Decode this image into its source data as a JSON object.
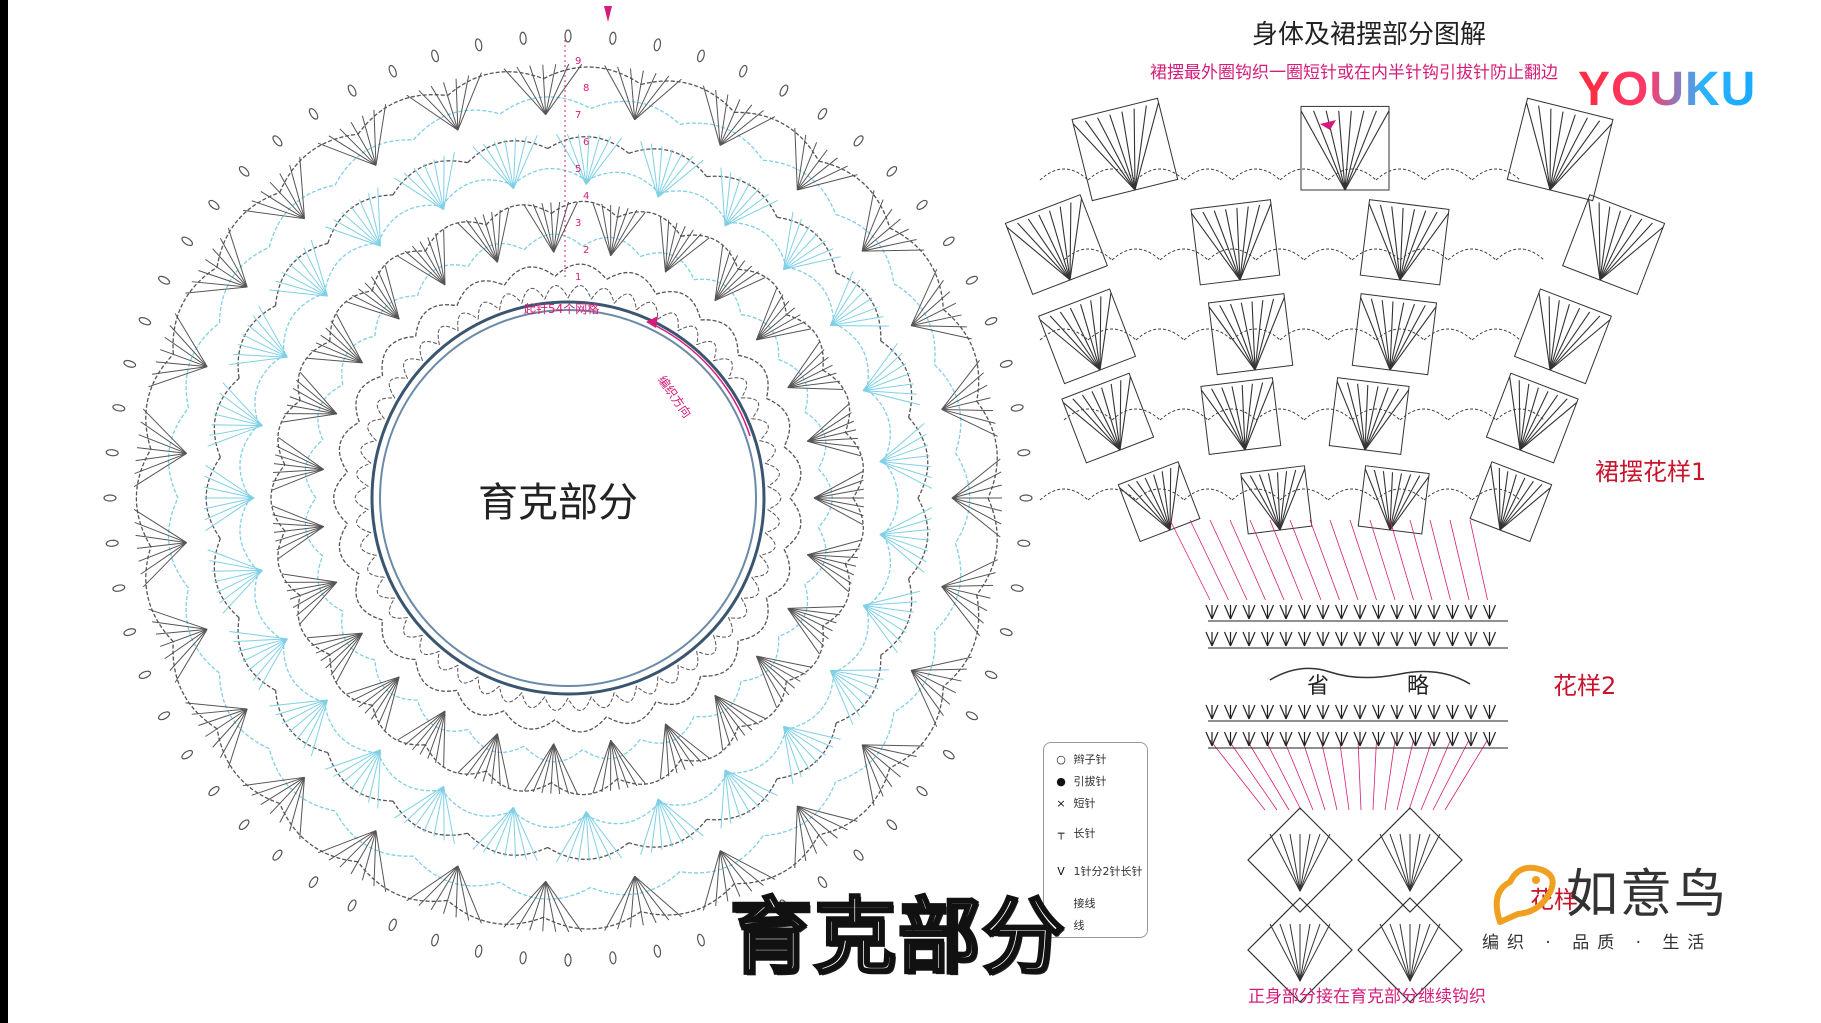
{
  "subtitle": "育克部分",
  "yoke": {
    "center_label": "育克部分",
    "start_note": "起针54个网格",
    "direction_note": "编织方向",
    "row_numbers": [
      "1",
      "2",
      "3",
      "4",
      "5",
      "6",
      "7",
      "8",
      "9"
    ]
  },
  "skirt": {
    "title": "身体及裙摆部分图解",
    "note": "裙摆最外圈钩织一圈短针或在内半针钩引拔针防止翻边",
    "pattern1_label": "裙摆花样1",
    "pattern2_label": "花样2",
    "omit_chars": [
      "省",
      "略"
    ],
    "pattern_bottom_label": "花样",
    "bottom_note": "正身部分接在育克部分继续钩织"
  },
  "legend": [
    {
      "symbol": "○",
      "label": "辫子针",
      "icon": "chain-stitch-icon"
    },
    {
      "symbol": "●",
      "label": "引拔针",
      "icon": "slip-stitch-icon"
    },
    {
      "symbol": "×",
      "label": "短针",
      "icon": "single-crochet-icon"
    },
    {
      "symbol": "┬",
      "label": "长针",
      "icon": "double-crochet-icon"
    },
    {
      "symbol": "V",
      "label": "1针分2针长针",
      "icon": "increase-icon"
    },
    {
      "symbol": "",
      "label": "接线",
      "icon": "join-yarn-icon"
    },
    {
      "symbol": "",
      "label": "线",
      "icon": "cut-yarn-icon"
    }
  ],
  "watermark": "YOUKU",
  "brand": {
    "name": "如意鸟",
    "tagline": "编织 · 品质 · 生活"
  },
  "colors": {
    "pattern_gray": "#555555",
    "pattern_blue": "#7fd0e6",
    "accent_pink": "#d61c7a",
    "accent_red": "#c8142c"
  }
}
